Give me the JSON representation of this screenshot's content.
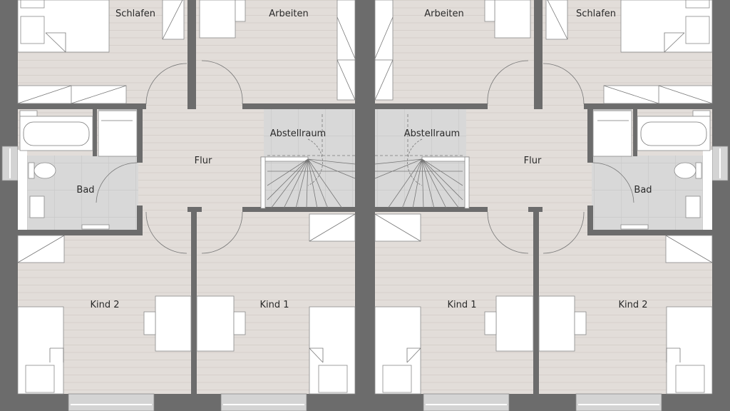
{
  "title": "Obergeschoss Doppelhaus",
  "colors": {
    "wall": "#6c6c6c",
    "floor": "#e2ddd9",
    "tile": "#d8d8d8",
    "furniture": "#ffffff"
  },
  "left_unit": {
    "rooms": [
      "Schlafen",
      "Arbeiten",
      "Abstellraum",
      "Flur",
      "Bad",
      "Kind 2",
      "Kind 1"
    ]
  },
  "right_unit": {
    "rooms": [
      "Arbeiten",
      "Schlafen",
      "Abstellraum",
      "Flur",
      "Bad",
      "Kind 1",
      "Kind 2"
    ]
  }
}
